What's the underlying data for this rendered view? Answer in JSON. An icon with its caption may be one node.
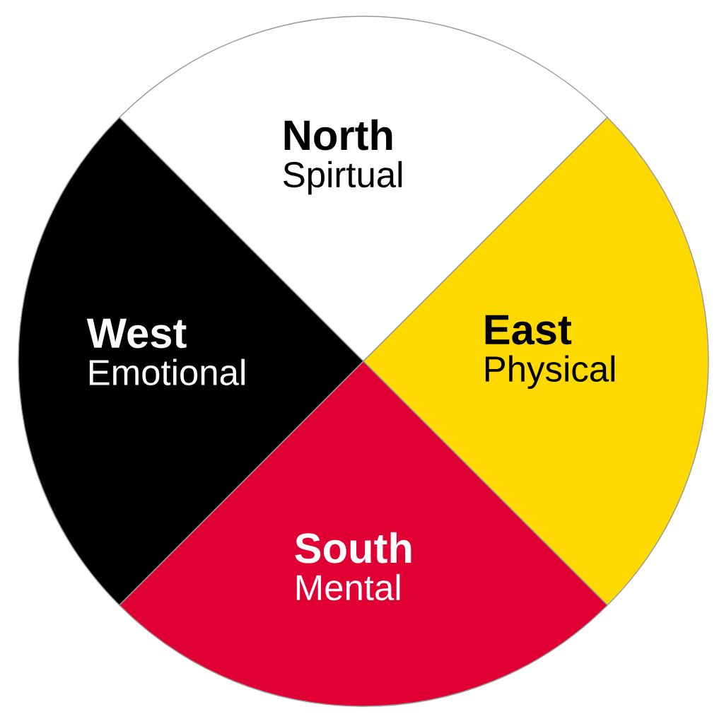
{
  "diagram": {
    "nodes": [
      {
        "text": [
          "North",
          "Spirtual"
        ]
      },
      {
        "text": [
          "West",
          "Emotional"
        ]
      },
      {
        "text": [
          "East",
          "Physical"
        ]
      },
      {
        "text": [
          "South",
          "Mental"
        ]
      }
    ]
  }
}
